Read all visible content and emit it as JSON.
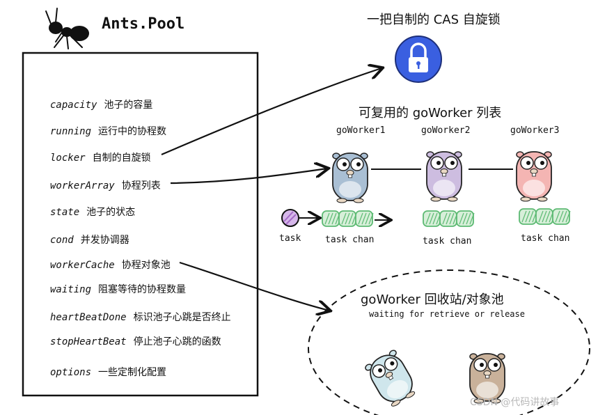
{
  "pool": {
    "title": "Ants.Pool",
    "fields": [
      {
        "key": "capacity",
        "desc": "池子的容量"
      },
      {
        "key": "running",
        "desc": "运行中的协程数"
      },
      {
        "key": "locker",
        "desc": "自制的自旋锁"
      },
      {
        "key": "workerArray",
        "desc": "协程列表"
      },
      {
        "key": "state",
        "desc": "池子的状态"
      },
      {
        "key": "cond",
        "desc": "并发协调器"
      },
      {
        "key": "workerCache",
        "desc": "协程对象池"
      },
      {
        "key": "waiting",
        "desc": "阻塞等待的协程数量"
      },
      {
        "key": "heartBeatDone",
        "desc": "标识池子心跳是否终止"
      },
      {
        "key": "stopHeartBeat",
        "desc": "停止池子心跳的函数"
      },
      {
        "key": "options",
        "desc": "一些定制化配置"
      }
    ]
  },
  "lock": {
    "title": "一把自制的 CAS 自旋锁"
  },
  "workers": {
    "title": "可复用的 goWorker 列表",
    "items": [
      {
        "name": "goWorker1",
        "chan": "task chan",
        "color": "#a9bfd4"
      },
      {
        "name": "goWorker2",
        "chan": "task chan",
        "color": "#cdbde0"
      },
      {
        "name": "goWorker3",
        "chan": "task chan",
        "color": "#f4b5b3"
      }
    ],
    "task_label": "task"
  },
  "cache": {
    "title": "goWorker 回收站/对象池",
    "subtitle": "waiting for retrieve or release"
  },
  "watermark": "CSDN @代码讲故事",
  "colors": {
    "lock": "#3a5fe0",
    "chan": "#5dba73",
    "task": "#a56ac7"
  }
}
